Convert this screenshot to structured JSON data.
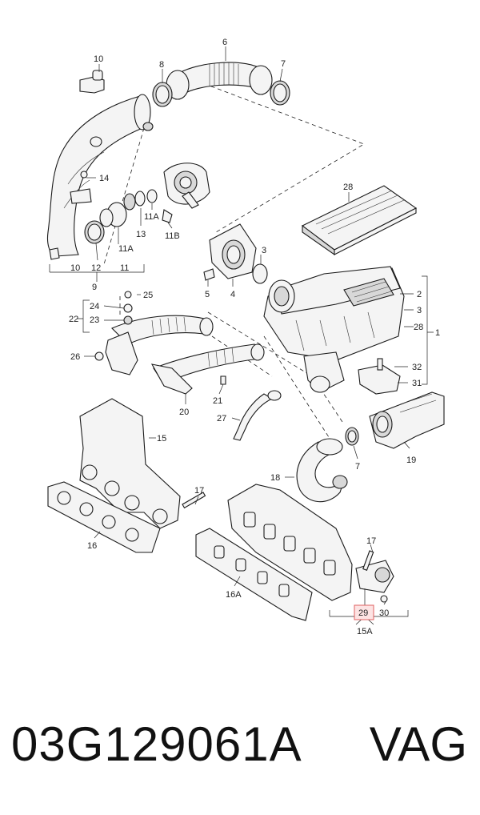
{
  "callouts": {
    "c10": "10",
    "c8": "8",
    "c6": "6",
    "c7": "7",
    "c14": "14",
    "c11A": "11A",
    "c13": "13",
    "c11B": "11B",
    "c10b": "10",
    "c12": "12",
    "c11": "11",
    "c11Ab": "11A",
    "c9": "9",
    "c28": "28",
    "c3": "3",
    "c4": "4",
    "c5": "5",
    "c2": "2",
    "c3b": "3",
    "c28b": "28",
    "c1": "1",
    "c25": "25",
    "c24": "24",
    "c22": "22",
    "c23": "23",
    "c26": "26",
    "c32": "32",
    "c31": "31",
    "c21": "21",
    "c20": "20",
    "c27": "27",
    "c19": "19",
    "c7b": "7",
    "c18": "18",
    "c15": "15",
    "c17": "17",
    "c16": "16",
    "c17b": "17",
    "c16A": "16A",
    "c29": "29",
    "c30": "30",
    "c15A": "15A"
  },
  "highlight_color": "#e06060",
  "part_number": "03G129061A",
  "brand": "VAG"
}
